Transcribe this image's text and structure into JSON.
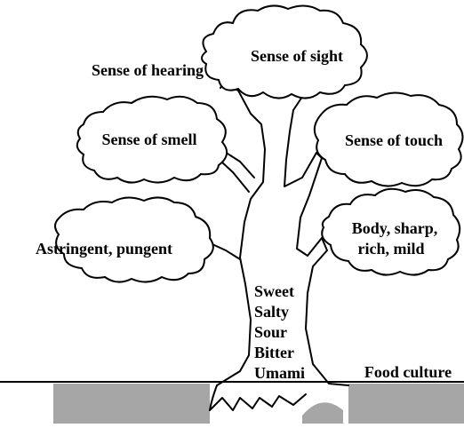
{
  "labels": {
    "sight": "Sense of sight",
    "hearing": "Sense of hearing",
    "smell": "Sense of smell",
    "touch": "Sense of touch",
    "astringent": "Astringent, pungent",
    "body_line1": "Body, sharp,",
    "body_line2": "rich, mild",
    "food_culture": "Food culture"
  },
  "basic_tastes": [
    "Sweet",
    "Salty",
    "Sour",
    "Bitter",
    "Umami"
  ],
  "colors": {
    "ink": "#000000",
    "ground": "#a6a6a6",
    "background": "#ffffff"
  }
}
